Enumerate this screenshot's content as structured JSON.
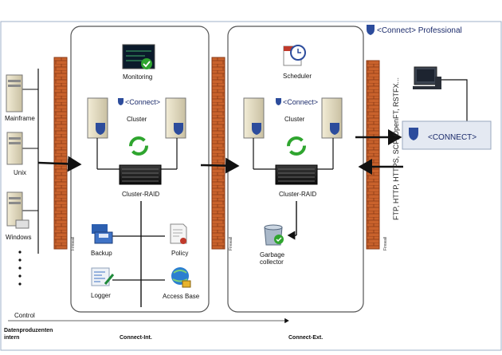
{
  "header": {
    "brand": "<Connect> Professional"
  },
  "left_sources": [
    {
      "label": "Mainframe"
    },
    {
      "label": "Unix"
    },
    {
      "label": "Windows"
    }
  ],
  "zone_int": {
    "monitoring": "Monitoring",
    "connect_badge": "<Connect>",
    "cluster": "Cluster",
    "raid": "Cluster-RAID",
    "backup": "Backup",
    "policy": "Policy",
    "logger": "Logger",
    "access_base": "Access Base"
  },
  "zone_ext": {
    "scheduler": "Scheduler",
    "connect_badge": "<Connect>",
    "cluster": "Cluster",
    "raid": "Cluster-RAID",
    "garbage_line1": "Garbage",
    "garbage_line2": "collector"
  },
  "firewall_label": "Firewall",
  "protocols": "FTP, HTTP, HTTPS, SCP, OpenFT, RSTFX...",
  "connect_box": "<CONNECT>",
  "footer": {
    "control": "Control",
    "producer_line1": "Datenproduzenten",
    "producer_line2": "intern",
    "connect_int": "Connect-Int.",
    "connect_ext": "Connect-Ext."
  },
  "colors": {
    "firewall": "#c9622c",
    "brick_line": "#8a3a15",
    "zone_border": "#555555",
    "shield": "#2c4c9c",
    "check": "#2fa52f"
  }
}
